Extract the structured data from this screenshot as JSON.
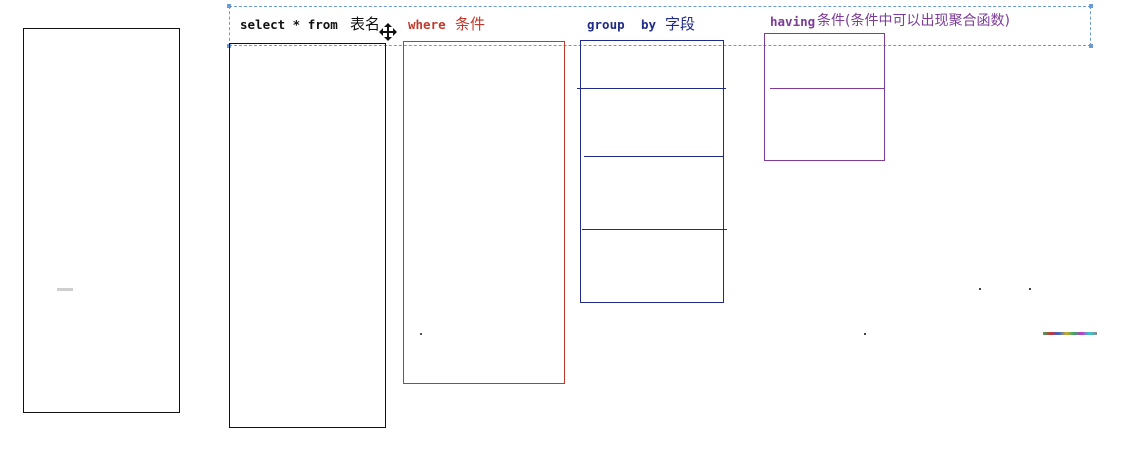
{
  "colors": {
    "black": "#111111",
    "red": "#c0392b",
    "blue": "#1f2a8a",
    "purple": "#7d3c98",
    "selection": "#6a9bd8"
  },
  "sql": {
    "select_from": "select * from",
    "table_name": "表名",
    "where_kw": "where",
    "where_cond": "条件",
    "group_kw": "group",
    "by_kw": "by",
    "group_field": "字段",
    "having_kw": "having",
    "having_cond": "条件(条件中可以出现聚合函数)"
  },
  "icons": {
    "cursor": "move-cursor-icon"
  }
}
